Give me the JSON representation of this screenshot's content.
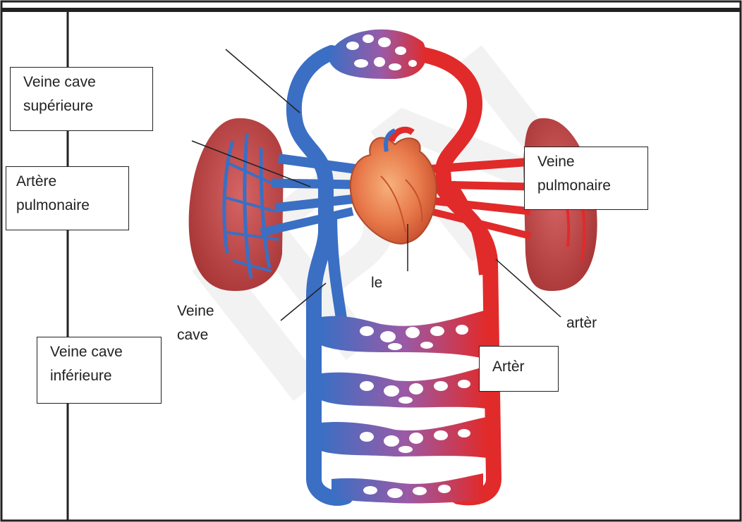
{
  "labels": {
    "veine_cave_superieure": "Veine cave\nsupérieure",
    "artere_pulmonaire": "Artère\npulmonaire",
    "veine_cave_inferieure": "Veine cave\ninférieure",
    "veine_pulmonaire": "Veine\npulmonaire",
    "arter_box": "Artèr",
    "le": "le",
    "veine_cave": "Veine\ncave",
    "arter_line": "artèr"
  },
  "watermark": "IPN",
  "colors": {
    "vein_blue": "#3a6fc4",
    "artery_red": "#e12a2a",
    "lung": "#b83a3a",
    "heart": "#e8794a",
    "frame": "#222222"
  }
}
